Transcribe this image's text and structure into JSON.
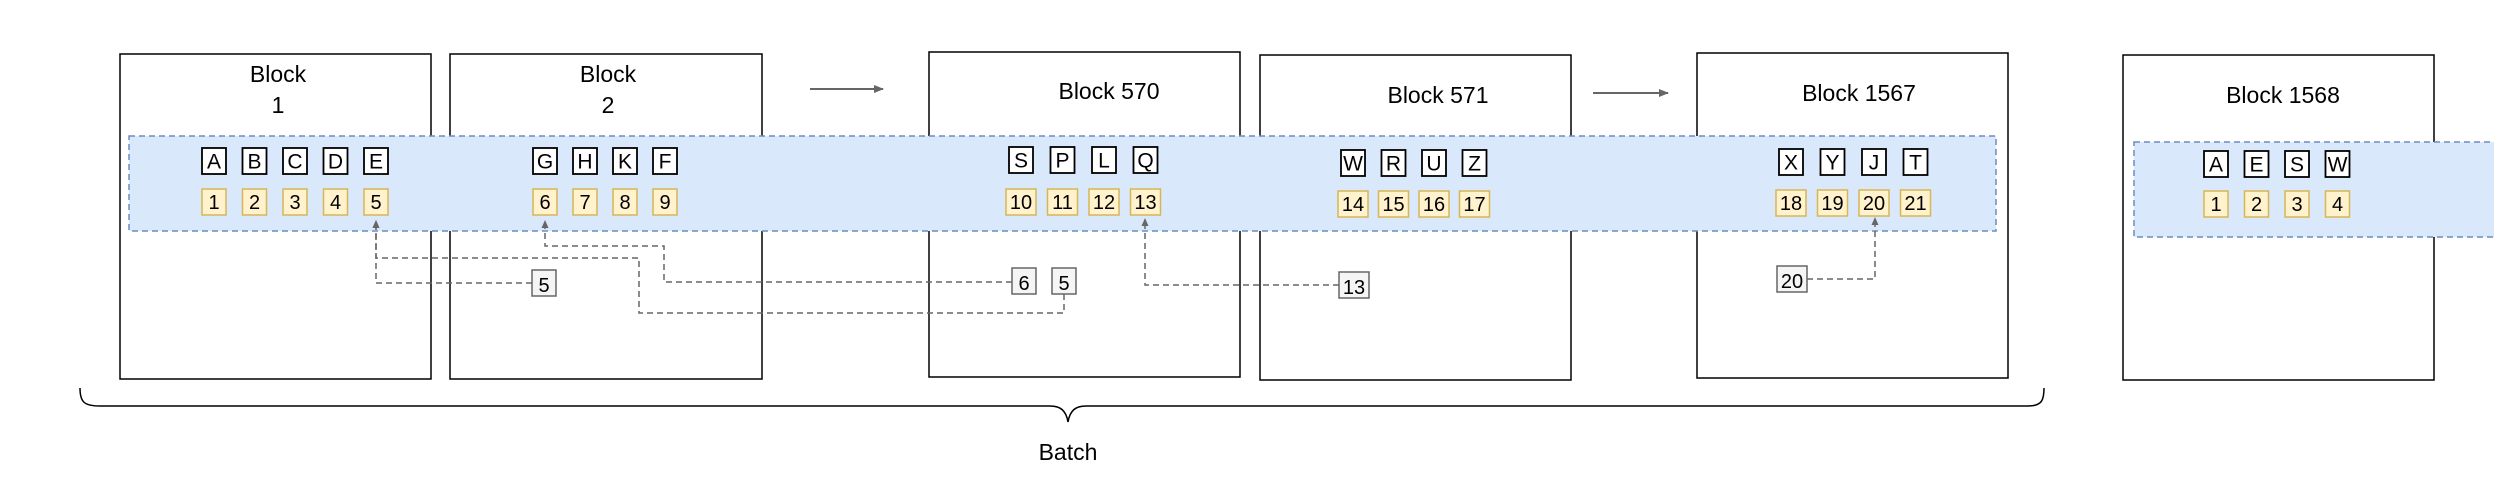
{
  "colors": {
    "band_fill": "#dae8fc",
    "band_stroke": "#6c8ebf",
    "num_fill": "#fff2cc",
    "num_stroke": "#d6b656",
    "dashed": "#666666",
    "arrow": "#666666"
  },
  "blocks": [
    {
      "title_lines": [
        "Block",
        "1"
      ],
      "letters": [
        "A",
        "B",
        "C",
        "D",
        "E"
      ],
      "numbers": [
        "1",
        "2",
        "3",
        "4",
        "5"
      ]
    },
    {
      "title_lines": [
        "Block",
        "2"
      ],
      "letters": [
        "G",
        "H",
        "K",
        "F"
      ],
      "numbers": [
        "6",
        "7",
        "8",
        "9"
      ]
    },
    {
      "title_lines": [
        "Block 570"
      ],
      "letters": [
        "S",
        "P",
        "L",
        "Q"
      ],
      "numbers": [
        "10",
        "11",
        "12",
        "13"
      ]
    },
    {
      "title_lines": [
        "Block 571"
      ],
      "letters": [
        "W",
        "R",
        "U",
        "Z"
      ],
      "numbers": [
        "14",
        "15",
        "16",
        "17"
      ]
    },
    {
      "title_lines": [
        "Block 1567"
      ],
      "letters": [
        "X",
        "Y",
        "J",
        "T"
      ],
      "numbers": [
        "18",
        "19",
        "20",
        "21"
      ]
    },
    {
      "title_lines": [
        "Block 1568"
      ],
      "letters": [
        "A",
        "E",
        "S",
        "W"
      ],
      "numbers": [
        "1",
        "2",
        "3",
        "4"
      ]
    }
  ],
  "references": [
    "5",
    "6",
    "5",
    "13",
    "20"
  ],
  "batch_label": "Batch"
}
